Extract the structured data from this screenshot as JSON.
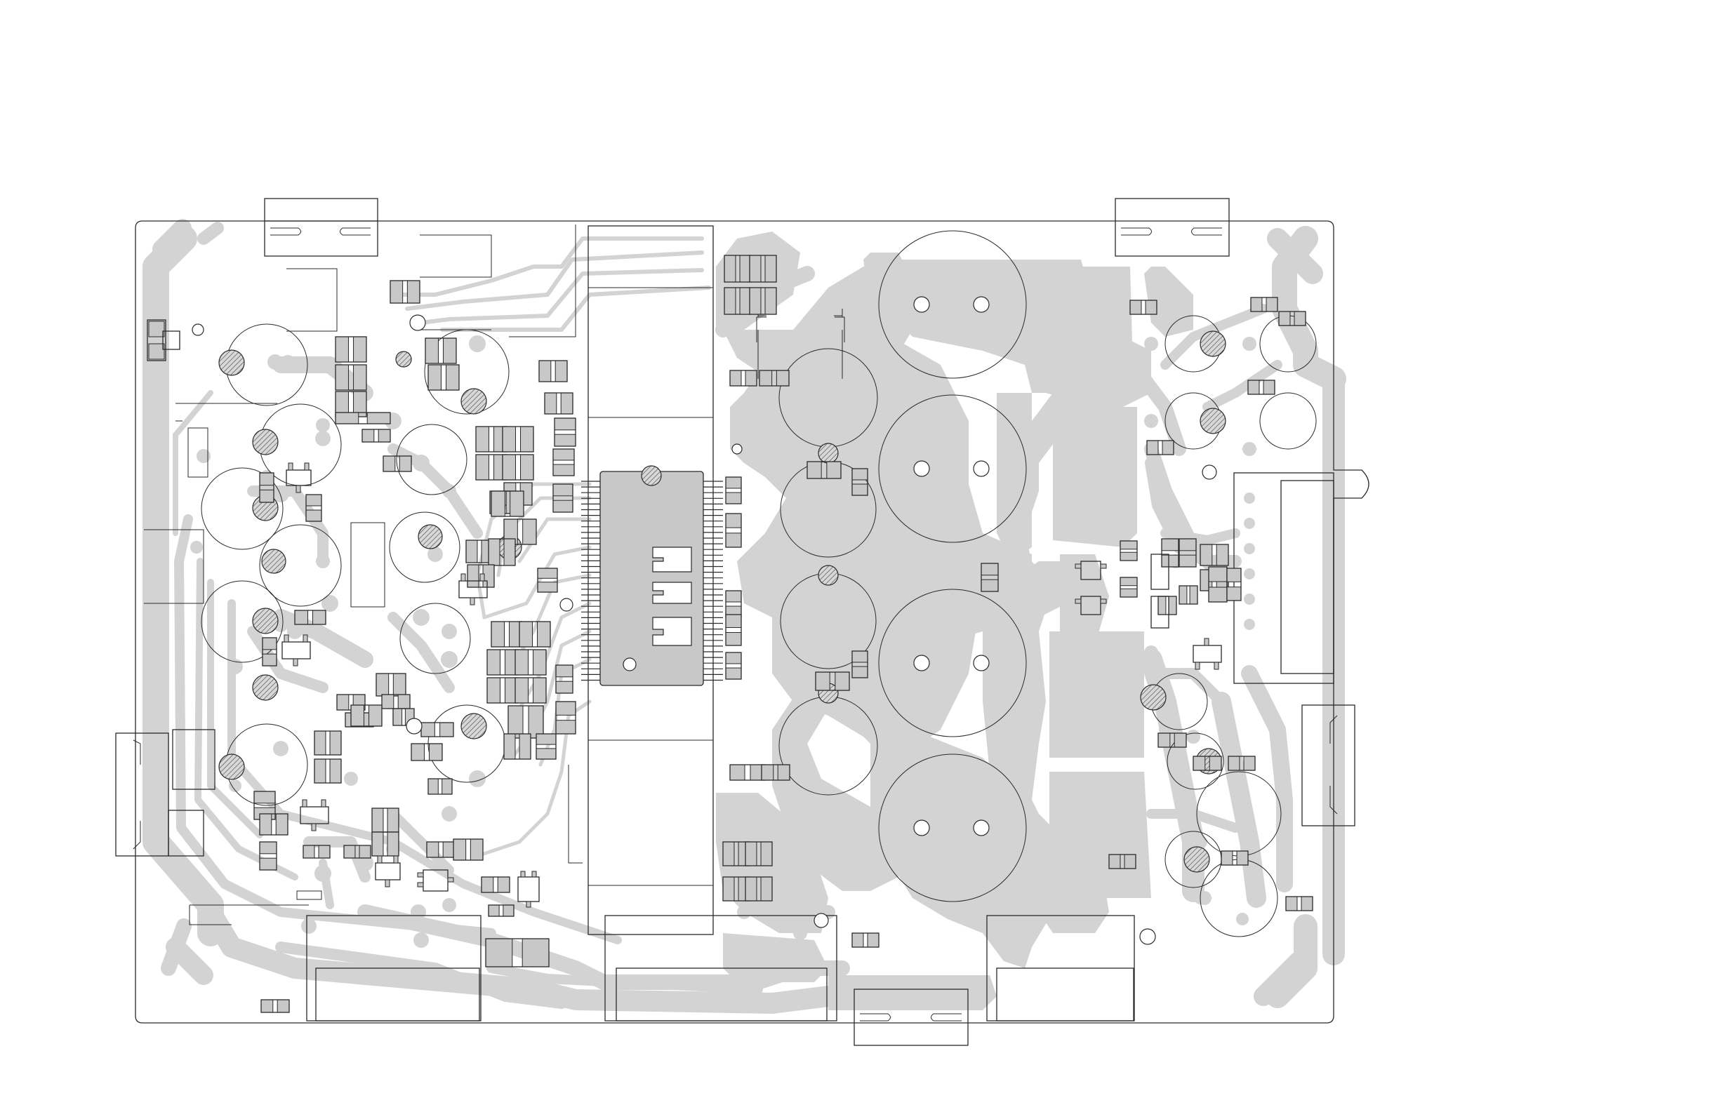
{
  "colors": {
    "background": "#ffffff",
    "copper": "#d3d3d3",
    "silkscreen": "#2a2a2a"
  },
  "board": {
    "components": {
      "ic": "main-amplifier-ic",
      "capacitors": "electrolytic-capacitor-outlines",
      "connectors": [
        "top-left-connector",
        "top-right-connector",
        "left-connector",
        "right-connector",
        "bottom-connector"
      ]
    }
  }
}
